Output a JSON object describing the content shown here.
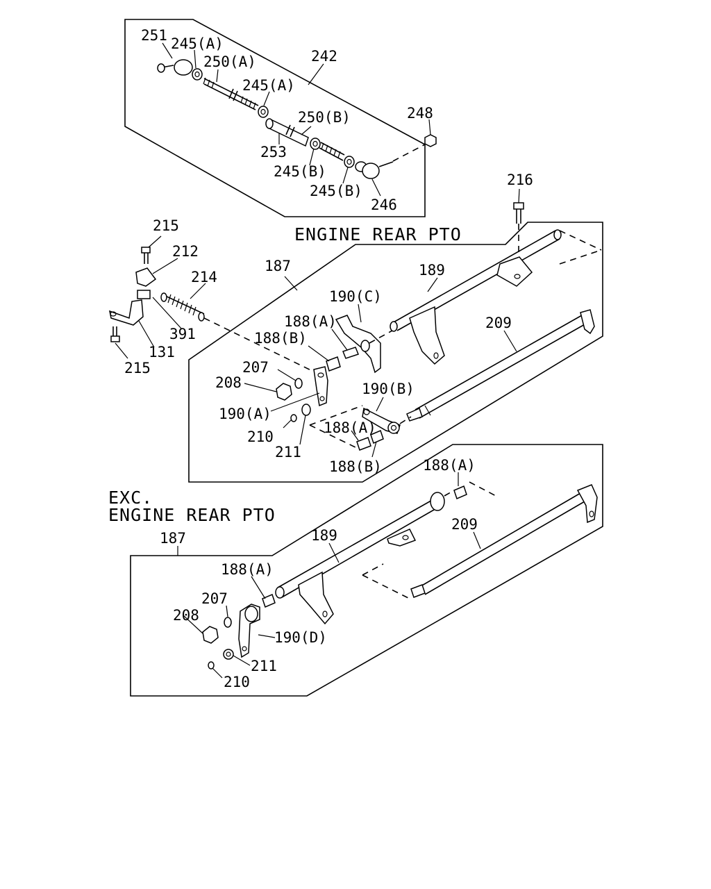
{
  "sections": {
    "engine_rear_pto": "ENGINE REAR PTO",
    "exc_line1": "EXC.",
    "exc_line2": "ENGINE REAR PTO"
  },
  "callouts": {
    "top": {
      "c251": "251",
      "c245a_1": "245(A)",
      "c250a": "250(A)",
      "c242": "242",
      "c245a_2": "245(A)",
      "c250b": "250(B)",
      "c248": "248",
      "c253": "253",
      "c245b_1": "245(B)",
      "c245b_2": "245(B)",
      "c246": "246"
    },
    "middle": {
      "c216": "216",
      "c215_top": "215",
      "c212": "212",
      "c214": "214",
      "c187": "187",
      "c189": "189",
      "c190c": "190(C)",
      "c391": "391",
      "c188a_1": "188(A)",
      "c188b_1": "188(B)",
      "c131": "131",
      "c209": "209",
      "c215_bot": "215",
      "c207": "207",
      "c208": "208",
      "c190b": "190(B)",
      "c190a": "190(A)",
      "c188a_2": "188(A)",
      "c210": "210",
      "c211": "211",
      "c188b_2": "188(B)"
    },
    "bottom": {
      "c188a_top": "188(A)",
      "c209": "209",
      "c187": "187",
      "c189": "189",
      "c188a": "188(A)",
      "c207": "207",
      "c208": "208",
      "c190d": "190(D)",
      "c211": "211",
      "c210": "210"
    }
  }
}
